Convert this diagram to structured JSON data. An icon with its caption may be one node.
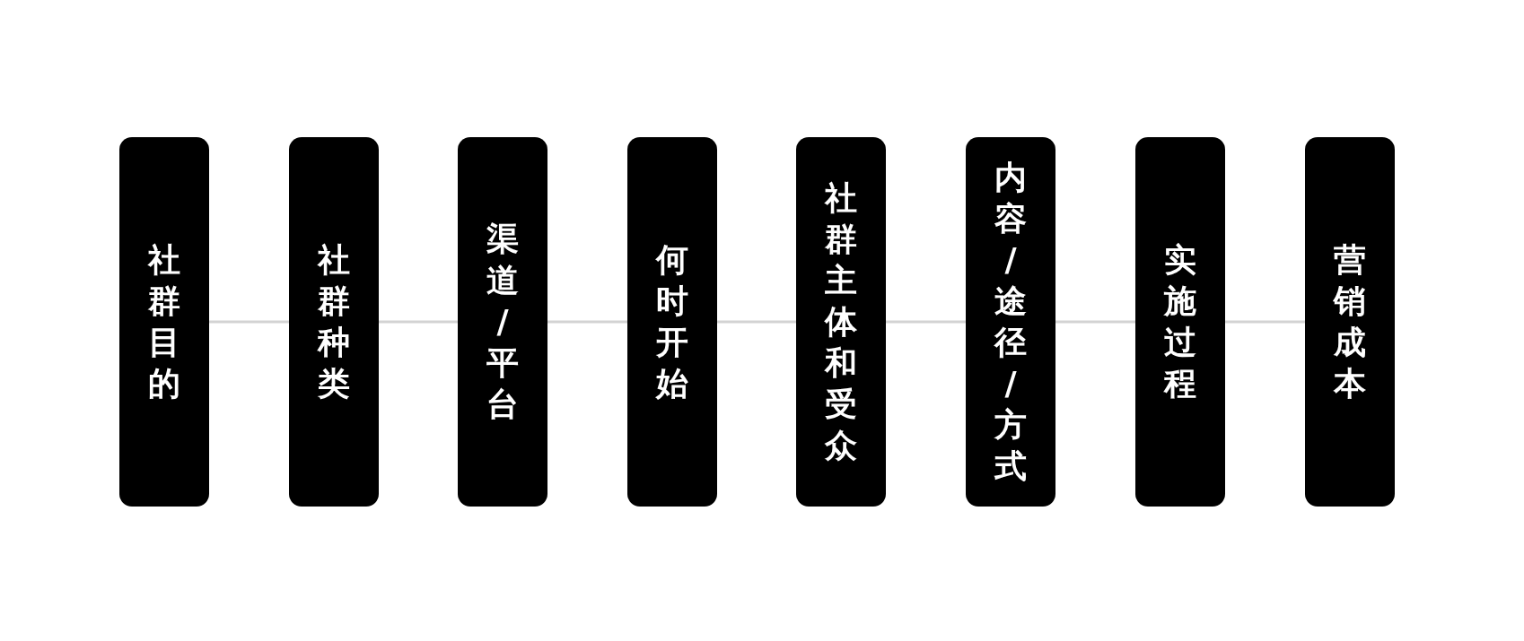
{
  "diagram": {
    "nodes": [
      {
        "text": [
          "社群目的"
        ]
      },
      {
        "text": [
          "社群种类"
        ]
      },
      {
        "text": [
          "渠道/平台"
        ]
      },
      {
        "text": [
          "何时开始"
        ]
      },
      {
        "text": [
          "社群主体和受众"
        ]
      },
      {
        "text": [
          "内容/途径/方式"
        ]
      },
      {
        "text": [
          "实施过程"
        ]
      },
      {
        "text": [
          "营销成本"
        ]
      }
    ],
    "edges": [
      {
        "from": 0,
        "to": 1,
        "arrow": "none"
      },
      {
        "from": 1,
        "to": 2,
        "arrow": "none"
      },
      {
        "from": 2,
        "to": 3,
        "arrow": "none"
      },
      {
        "from": 3,
        "to": 4,
        "arrow": "none"
      },
      {
        "from": 4,
        "to": 5,
        "arrow": "none"
      },
      {
        "from": 5,
        "to": 6,
        "arrow": "none"
      },
      {
        "from": 6,
        "to": 7,
        "arrow": "none"
      }
    ]
  }
}
